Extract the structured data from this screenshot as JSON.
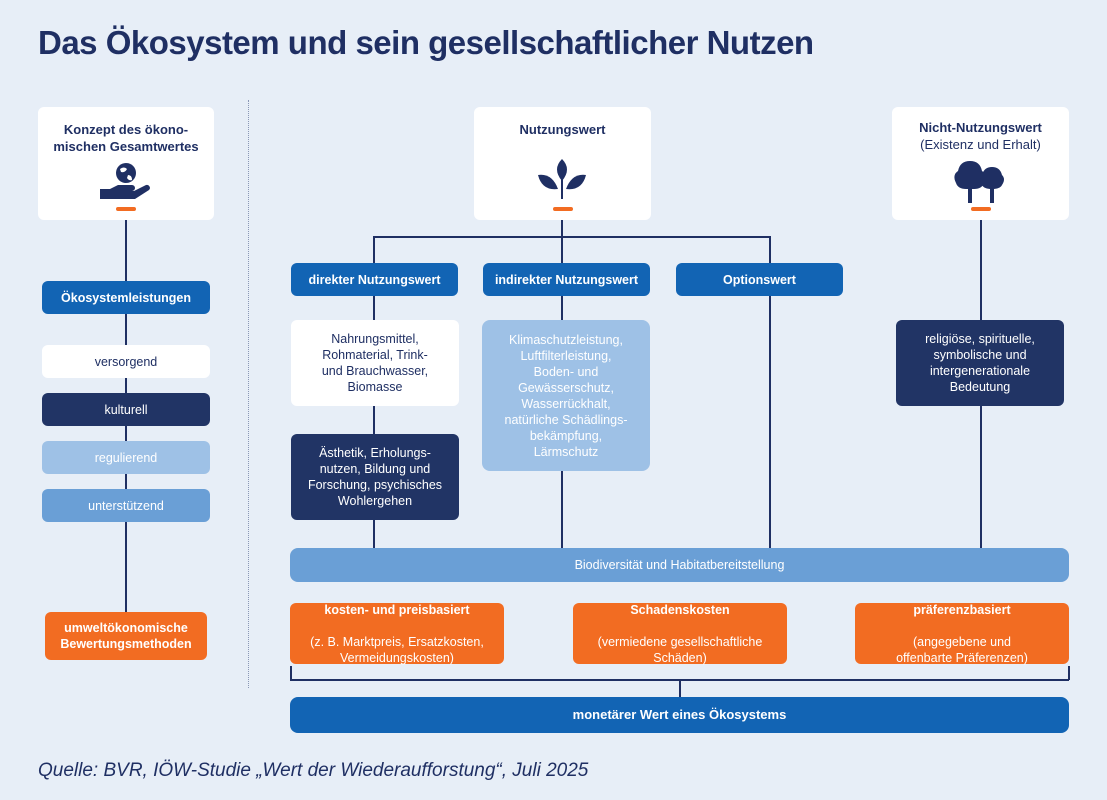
{
  "title": "Das Ökosystem und sein gesellschaftlicher Nutzen",
  "source": "Quelle: BVR, IÖW-Studie „Wert der Wiederaufforstung“, Juli 2025",
  "colors": {
    "background": "#e7eef7",
    "navy": "#213465",
    "blue": "#1264b4",
    "light_blue": "#9ec1e6",
    "mid_blue": "#6a9fd6",
    "orange": "#f26c22"
  },
  "left": {
    "card_title": "Konzept des ökono-\nmischen Gesamtwertes",
    "card_icon": "hand-globe-icon",
    "heading": "Ökosystemleistungen",
    "types": [
      "versorgend",
      "kulturell",
      "regulierend",
      "unterstützend"
    ],
    "method": "umweltökonomische\nBewertungsmethoden"
  },
  "use_value": {
    "card_title": "Nutzungswert",
    "card_icon": "plant-icon",
    "direct": {
      "label": "direkter Nutzungswert",
      "provisioning": "Nahrungsmittel,\nRohmaterial, Trink-\nund Brauchwasser,\nBiomasse",
      "cultural": "Ästhetik, Erholungs-\nnutzen, Bildung und\nForschung, psychisches\nWohlergehen"
    },
    "indirect": {
      "label": "indirekter Nutzungswert",
      "regulating": "Klimaschutzleistung,\nLuftfilterleistung,\nBoden- und\nGewässerschutz,\nWasserrückhalt,\nnatürliche Schädlings-\nbekämpfung,\nLärmschutz"
    },
    "option": {
      "label": "Optionswert"
    }
  },
  "non_use_value": {
    "card_title": "Nicht-Nutzungswert",
    "card_subtitle": "(Existenz und Erhalt)",
    "card_icon": "trees-icon",
    "cultural": "religiöse, spirituelle,\nsymbolische und\nintergenerationale\nBedeutung"
  },
  "biodiversity": "Biodiversität und Habitatbereitstellung",
  "methods": [
    {
      "title": "kosten- und preisbasiert",
      "detail": "(z. B. Marktpreis, Ersatzkosten,\nVermeidungskosten)"
    },
    {
      "title": "Schadenskosten",
      "detail": "(vermiedene gesellschaftliche\nSchäden)"
    },
    {
      "title": "präferenzbasiert",
      "detail": "(angegebene und\noffenbarte Präferenzen)"
    }
  ],
  "result": "monetärer Wert eines Ökosystems"
}
